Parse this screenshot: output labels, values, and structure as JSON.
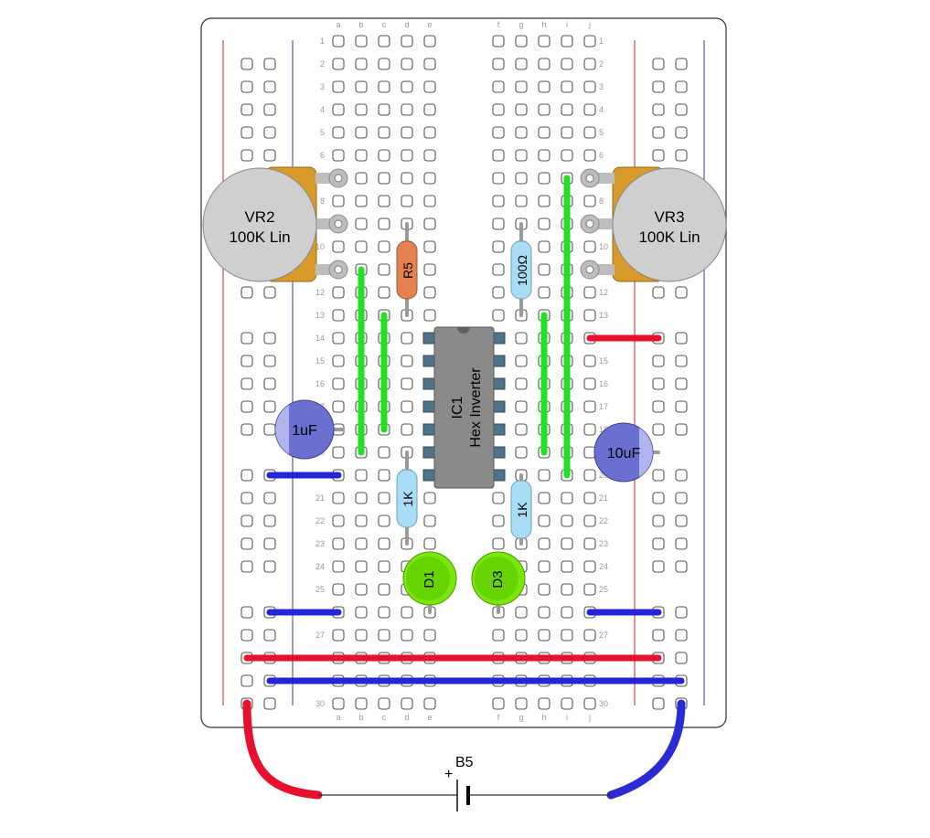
{
  "breadboard": {
    "row_count": 30,
    "left_columns": [
      "a",
      "b",
      "c",
      "d",
      "e"
    ],
    "right_columns": [
      "f",
      "g",
      "h",
      "i",
      "j"
    ]
  },
  "components": {
    "vr2": {
      "name": "VR2",
      "value": "100K Lin"
    },
    "vr3": {
      "name": "VR3",
      "value": "100K Lin"
    },
    "r5": {
      "name": "R5"
    },
    "r100": {
      "value": "100Ω"
    },
    "r1k_left": {
      "value": "1K"
    },
    "r1k_right": {
      "value": "1K"
    },
    "ic1": {
      "name": "IC1",
      "value": "Hex Inverter"
    },
    "c_1uf": {
      "value": "1uF"
    },
    "c_10uf": {
      "value": "10uF"
    },
    "d1": {
      "name": "D1"
    },
    "d3": {
      "name": "D3"
    },
    "b5": {
      "name": "B5",
      "polarity": "+"
    }
  },
  "colors": {
    "positive_rail": "#e8112d",
    "negative_rail": "#2b2bd6",
    "jumper_green": "#22e022",
    "jumper_red": "#e8112d",
    "jumper_blue": "#2525d8",
    "led_green": "#6fe000",
    "resistor_blue": "#a9dcf5",
    "resistor_orange": "#e4814f",
    "pot_body": "#cfcfcf",
    "pot_bracket": "#d79a2b",
    "capacitor": "#6a6fd0",
    "ic_body": "#8a8a8a"
  }
}
